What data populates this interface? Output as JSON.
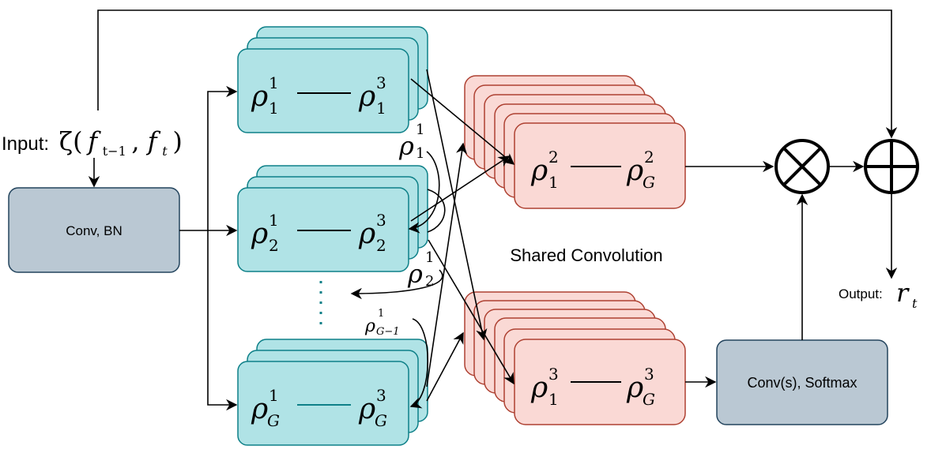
{
  "colors": {
    "teal_fill": "#b0e3e6",
    "teal_stroke": "#0e8088",
    "pink_fill": "#fad9d5",
    "pink_stroke": "#ae4132",
    "gray_fill": "#bac8d3",
    "gray_stroke": "#23445d",
    "line": "#000000"
  },
  "input": {
    "label": "Input:",
    "zeta": "ζ(",
    "f1": "f",
    "s1": "t−1",
    "comma": ", ",
    "f2": "f",
    "s2": "t",
    "close": ")"
  },
  "conv_bn": {
    "label": "Conv, BN"
  },
  "conv_softmax": {
    "label": "Conv(s), Softmax"
  },
  "shared": {
    "label": "Shared Convolution"
  },
  "output": {
    "label": "Output:",
    "r": "r",
    "sub": "t"
  },
  "rho": "ρ",
  "teal_groups": [
    {
      "left_sup": "1",
      "left_sub": "1",
      "right_sup": "3",
      "right_sub": "1"
    },
    {
      "left_sup": "1",
      "left_sub": "2",
      "right_sup": "3",
      "right_sub": "2"
    },
    {
      "left_sup": "1",
      "left_sub": "G",
      "right_sup": "3",
      "right_sub": "G"
    }
  ],
  "pink_groups": [
    {
      "left_sup": "2",
      "left_sub": "1",
      "right_sup": "2",
      "right_sub": "G"
    },
    {
      "left_sup": "3",
      "left_sub": "1",
      "right_sup": "3",
      "right_sub": "G"
    }
  ],
  "curve_labels": [
    {
      "sup": "1",
      "sub": "1"
    },
    {
      "sup": "1",
      "sub": "2"
    },
    {
      "sup": "1",
      "sub": "G−1"
    }
  ],
  "operators": {
    "multiply": "multiply",
    "add": "add"
  }
}
